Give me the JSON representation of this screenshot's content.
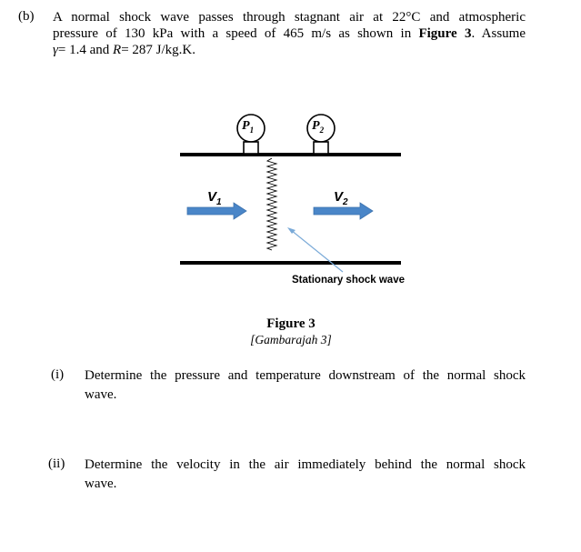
{
  "part_b": {
    "label": "(b)",
    "line1": "A normal shock wave passes through stagnant air at 22°C and atmospheric",
    "line2_pre": "pressure of 130 kPa with a speed of 465 m/s as shown in ",
    "line2_ref": "Figure 3",
    "line2_post": ". Assume",
    "gamma_symbol": "γ",
    "line3_mid": "= 1.4 and ",
    "r_symbol": "R",
    "line3_post": "= 287 J/kg.K."
  },
  "figure": {
    "p1_label": "P",
    "p1_sub": "1",
    "p2_label": "P",
    "p2_sub": "2",
    "v1_label": "V",
    "v1_sub": "1",
    "v2_label": "V",
    "v2_sub": "2",
    "shock_label": "Stationary shock wave",
    "caption": "Figure 3",
    "source": "[Gambarajah 3]",
    "arrow_color": "#4a86c8",
    "pointer_color": "#7aaad8"
  },
  "questions": [
    {
      "label": "(i)",
      "line1": "Determine the pressure and temperature downstream of the normal shock",
      "line2": "wave."
    },
    {
      "label": "(ii)",
      "line1": "Determine the velocity in the air immediately behind the normal shock",
      "line2": "wave."
    }
  ]
}
